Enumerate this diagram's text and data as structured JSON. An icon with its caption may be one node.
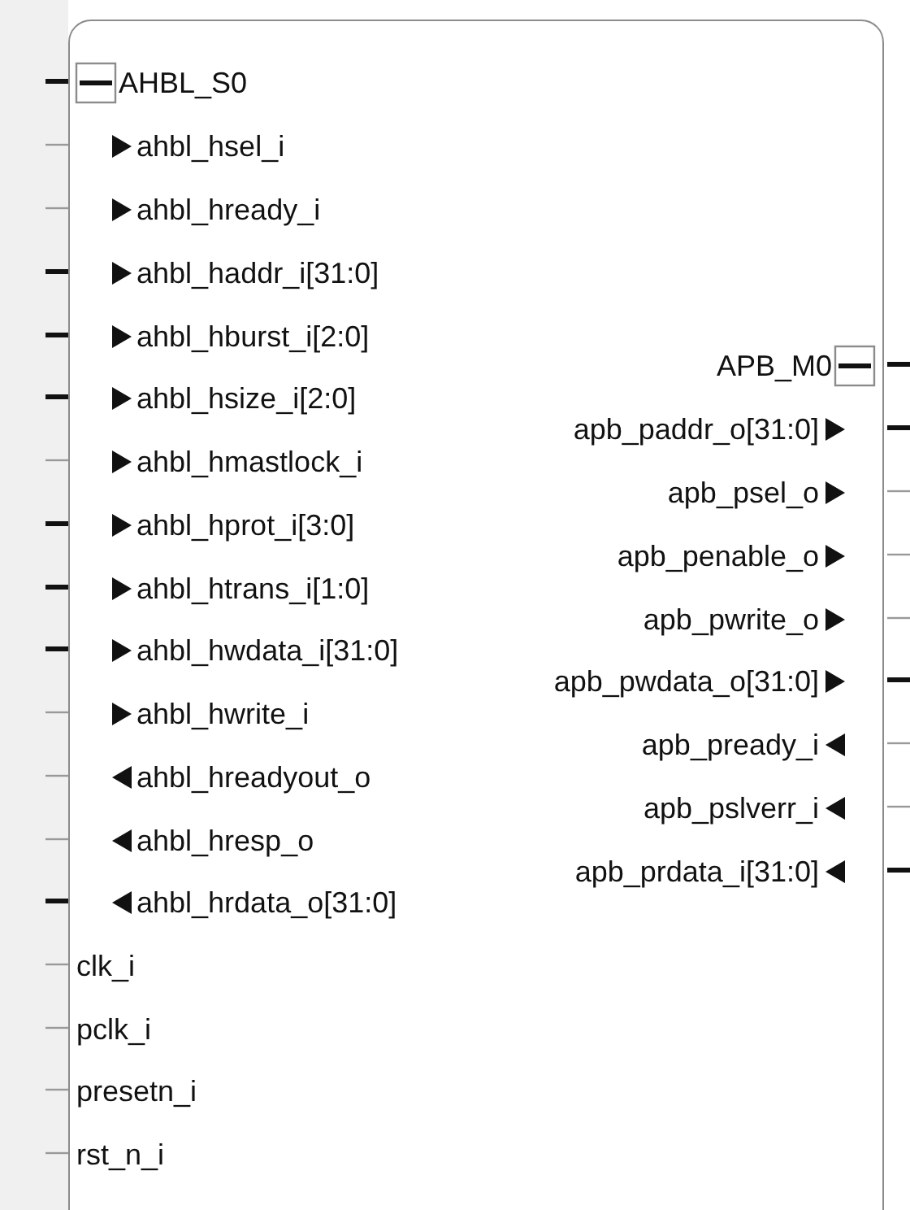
{
  "diagram": {
    "nodes": [
      {
        "text": [
          "AHBL_S0",
          "ahbl_hsel_i",
          "ahbl_hready_i",
          "ahbl_haddr_i[31:0]",
          "ahbl_hburst_i[2:0]",
          "ahbl_hsize_i[2:0]",
          "ahbl_hmastlock_i",
          "ahbl_hprot_i[3:0]",
          "ahbl_htrans_i[1:0]",
          "ahbl_hwdata_i[31:0]",
          "ahbl_hwrite_i",
          "ahbl_hreadyout_o",
          "ahbl_hresp_o",
          "ahbl_hrdata_o[31:0]",
          "clk_i",
          "pclk_i",
          "presetn_i",
          "rst_n_i",
          "APB_M0",
          "apb_paddr_o[31:0]",
          "apb_psel_o",
          "apb_penable_o",
          "apb_pwrite_o",
          "apb_pwdata_o[31:0]",
          "apb_pready_i",
          "apb_pslverr_i",
          "apb_prdata_i[31:0]"
        ]
      }
    ]
  }
}
